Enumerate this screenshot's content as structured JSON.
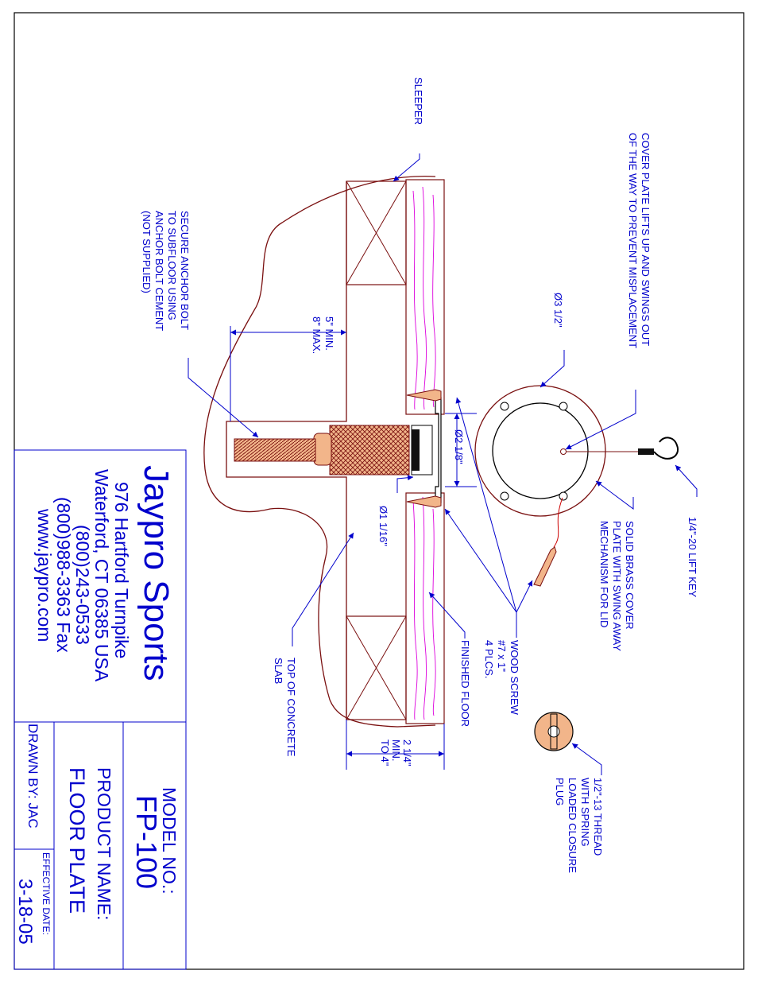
{
  "callouts": {
    "sleeper": "SLEEPER",
    "cover_plate_l1": "COVER PLATE LIFTS UP AND SWINGS OUT",
    "cover_plate_l2": "OF THE WAY TO PREVENT MISPLACEMENT",
    "dia_3_half": "Ø3 1/2\"",
    "dia_2_eighth": "Ø2 1/8\"",
    "dia_1_sixteenth": "Ø1 1/16\"",
    "anchor_l1": "SECURE ANCHOR BOLT",
    "anchor_l2": "TO SUBFLOOR USING",
    "anchor_l3": "ANCHOR BOLT CEMENT",
    "anchor_l4": "(NOT SUPPLIED)",
    "depth_l1": "5\" MIN.",
    "depth_l2": "8\" MAX.",
    "lift_key": "1/4\"-20 LIFT KEY",
    "brass_l1": "SOLID BRASS COVER",
    "brass_l2": "PLATE WITH SWING AWAY",
    "brass_l3": "MECHANISM FOR LID",
    "screw_l1": "WOOD SCREW",
    "screw_l2": "#7 x 1\"",
    "screw_l3": "4 PLCS.",
    "finished_floor": "FINISHED FLOOR",
    "concrete_l1": "TOP OF CONCRETE",
    "concrete_l2": "SLAB",
    "floor_dim_l1": "2 1/4\"",
    "floor_dim_l2": "MIN.",
    "floor_dim_l3": "TO 4\"",
    "plug_l1": "1/2\"-13 THREAD",
    "plug_l2": "WITH SPRING",
    "plug_l3": "LOADED CLOSURE",
    "plug_l4": "PLUG"
  },
  "title_block": {
    "company": "Jaypro Sports",
    "address1": "976 Hartford Turnpike",
    "address2": "Waterford, CT 06385 USA",
    "phone": "(800)243-0533",
    "fax": "(800)988-3363 Fax",
    "web": "www.jaypro.com",
    "model_label": "MODEL NO.:",
    "model": "FP-100",
    "product_label": "PRODUCT NAME:",
    "product": "FLOOR PLATE",
    "drawn_by": "DRAWN BY: JAC",
    "effective_label": "EFFECTIVE DATE:",
    "effective_date": "3-18-05"
  },
  "colors": {
    "annotation": "#0000cc",
    "outline": "#7a1010",
    "wood_grain": "#dd00dd",
    "border": "#000000"
  }
}
